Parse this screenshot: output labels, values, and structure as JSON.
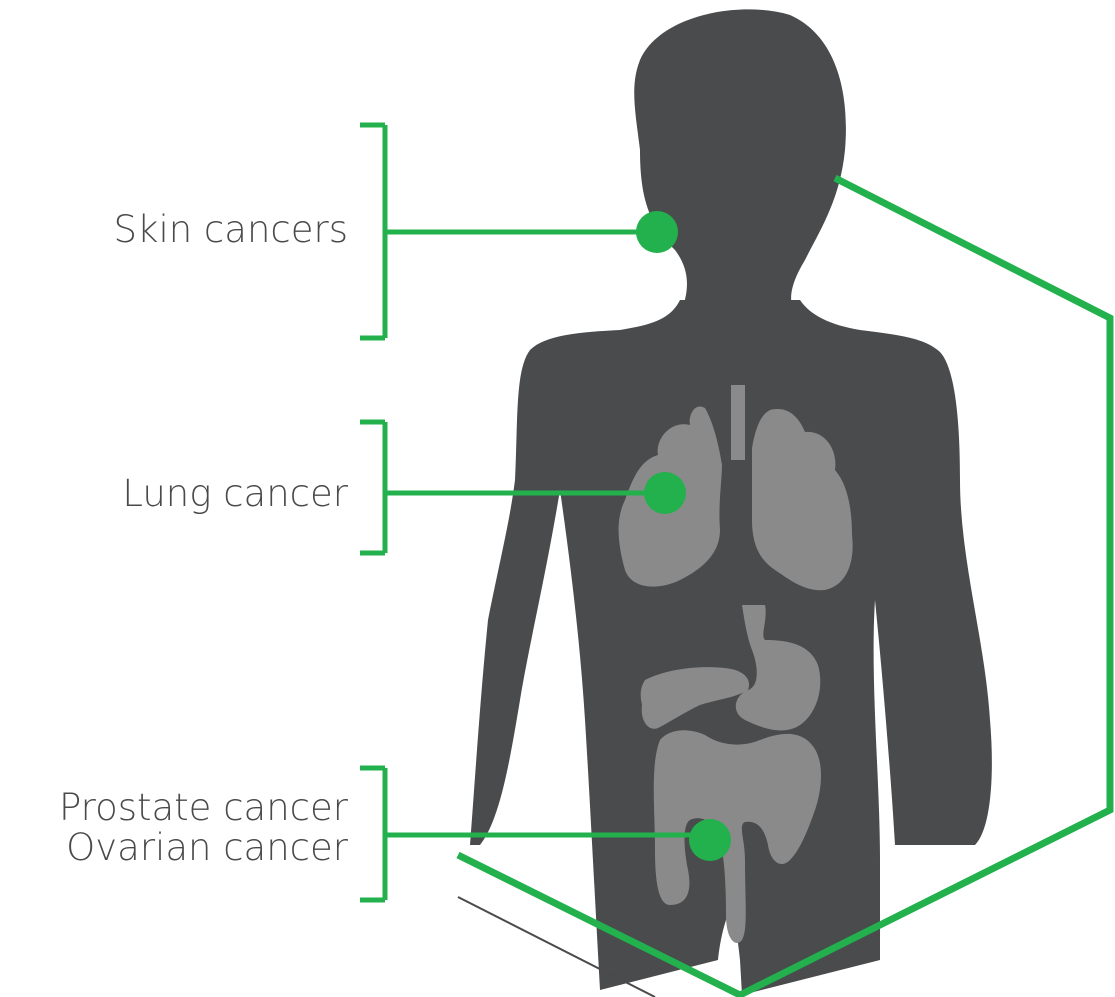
{
  "labels": {
    "skin": "Skin cancers",
    "lung": "Lung cancer",
    "prostate": "Prostate cancer",
    "ovarian": "Ovarian cancer"
  },
  "colors": {
    "accent_green": "#22b14c",
    "silhouette": "#4a4b4d",
    "organs": "#8a8a8a",
    "text": "#4a4a4a"
  }
}
